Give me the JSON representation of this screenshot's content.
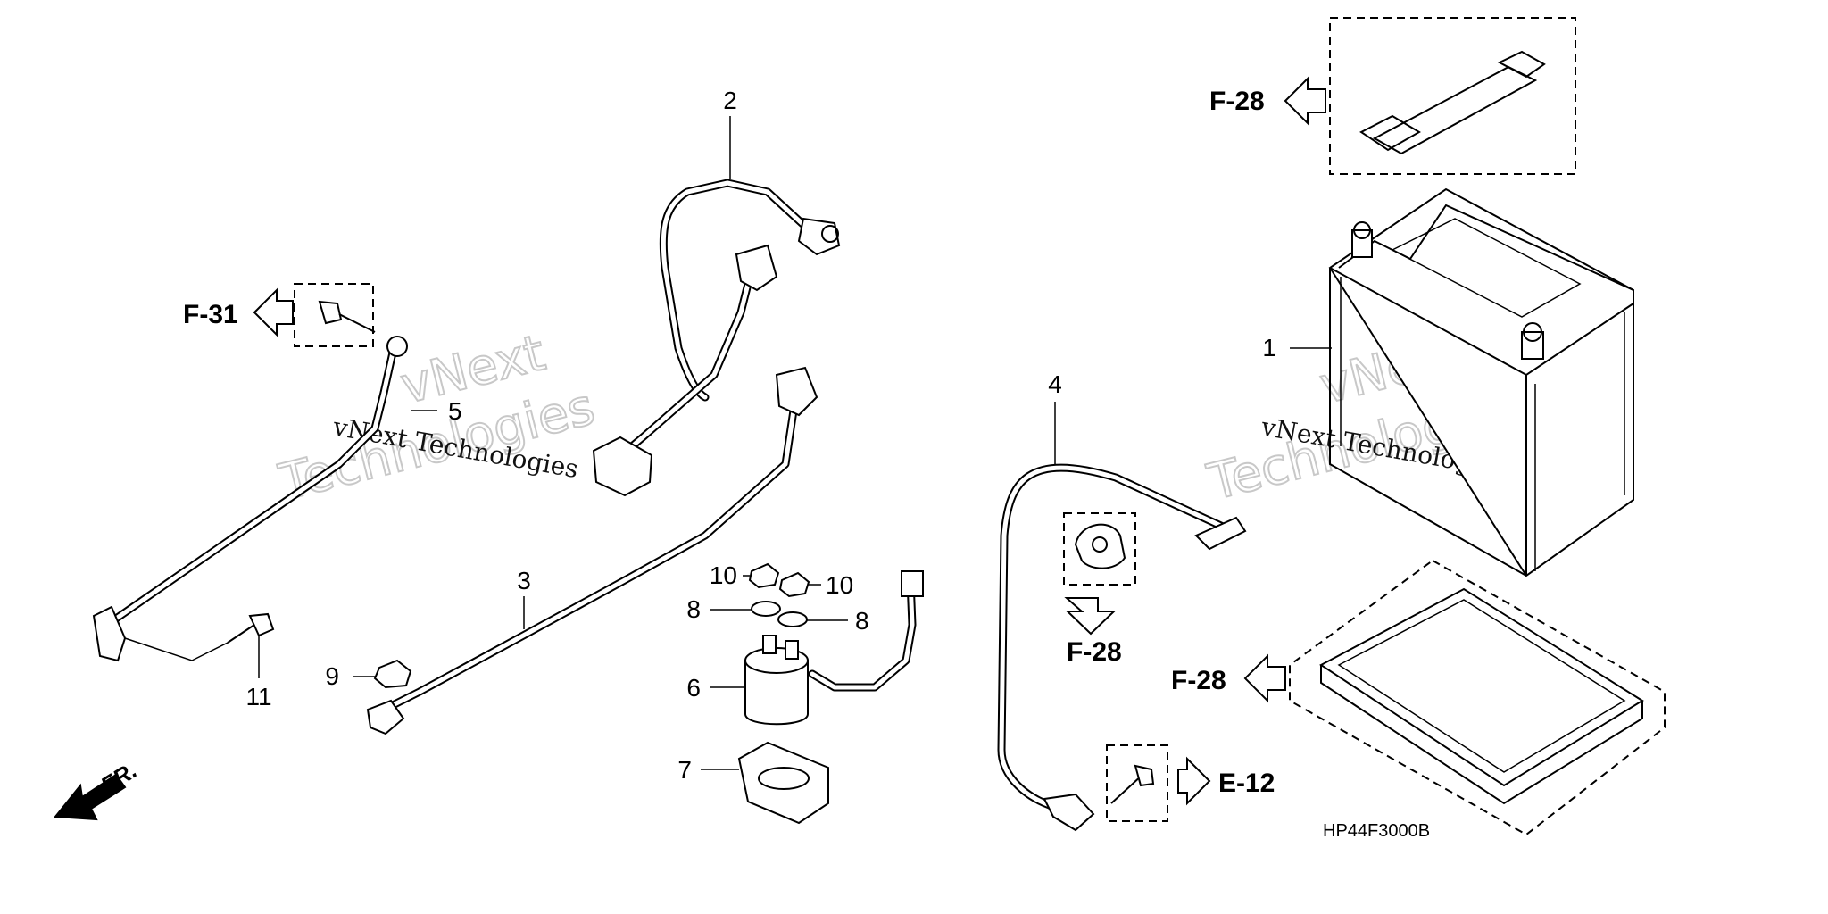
{
  "part_numbers": {
    "p1": "1",
    "p2": "2",
    "p3": "3",
    "p4": "4",
    "p5": "5",
    "p6": "6",
    "p7": "7",
    "p8a": "8",
    "p8b": "8",
    "p9": "9",
    "p10a": "10",
    "p10b": "10",
    "p11": "11"
  },
  "references": {
    "f31": "F-31",
    "f28_strap": "F-28",
    "f28_clip": "F-28",
    "f28_tray": "F-28",
    "e12": "E-12"
  },
  "direction_label": "FR.",
  "diagram_code": "HP44F3000B",
  "watermarks": [
    {
      "line1": "vNext",
      "line2": "Technologies",
      "caption": "vNext Technologies"
    },
    {
      "line1": "vNext",
      "line2": "Technologies",
      "caption": "vNext Technologies"
    }
  ]
}
